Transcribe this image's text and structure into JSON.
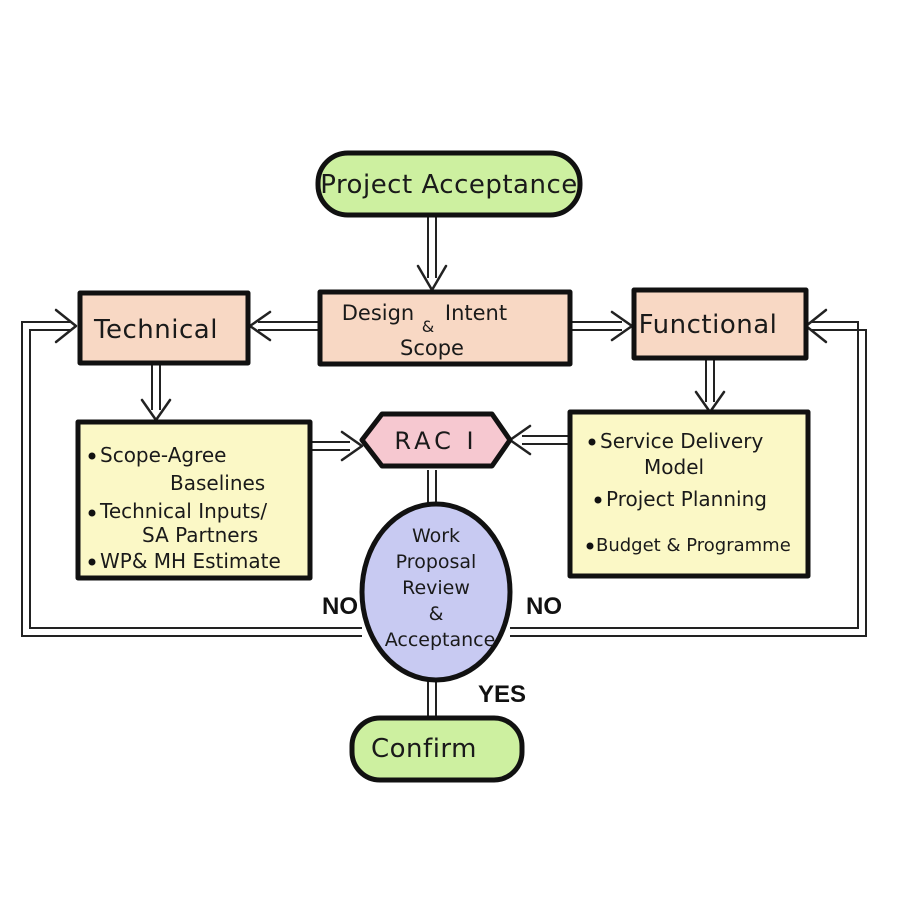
{
  "nodes": {
    "start": {
      "label": "Project Acceptance",
      "fill": "#cdf0a0"
    },
    "design": {
      "line1": "Design",
      "amp": "&",
      "line2": "Scope",
      "intent": "Intent",
      "fill": "#f8d8c4"
    },
    "technical": {
      "label": "Technical",
      "fill": "#f8d8c4"
    },
    "functional": {
      "label": "Functional",
      "fill": "#f8d8c4"
    },
    "raci": {
      "label": "RAC I",
      "fill": "#f6c8d0"
    },
    "left_box": {
      "fill": "#fbf8c6",
      "items": [
        "Scope-Agree",
        "Baselines",
        "Technical Inputs/",
        "SA Partners",
        "WP& MH Estimate"
      ]
    },
    "right_box": {
      "fill": "#fbf8c6",
      "items": [
        "Service Delivery",
        "Model",
        "Project Planning",
        "Budget & Programme"
      ]
    },
    "decision": {
      "fill": "#c8caf2",
      "lines": [
        "Work",
        "Proposal",
        "Review",
        "&",
        "Acceptance"
      ]
    },
    "end": {
      "label": "Confirm",
      "fill": "#cdf0a0"
    }
  },
  "edges": {
    "no_left": "NO",
    "no_right": "NO",
    "yes": "YES"
  }
}
